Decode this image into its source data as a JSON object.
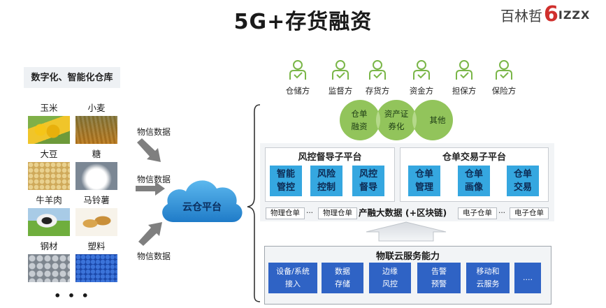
{
  "title": "5G+存货融资",
  "logo": {
    "cn": "百林哲",
    "six": "6",
    "en": "IZZX"
  },
  "warehouse": {
    "title": "数字化、智能化仓库",
    "items": [
      {
        "label": "玉米",
        "icon": "corn-image"
      },
      {
        "label": "小麦",
        "icon": "wheat-image"
      },
      {
        "label": "大豆",
        "icon": "soybean-image"
      },
      {
        "label": "糖",
        "icon": "sugar-image"
      },
      {
        "label": "牛羊肉",
        "icon": "cattle-image"
      },
      {
        "label": "马铃薯",
        "icon": "potato-image"
      },
      {
        "label": "钢材",
        "icon": "steel-image"
      },
      {
        "label": "塑料",
        "icon": "plastic-image"
      }
    ],
    "more": "• • •"
  },
  "flows": [
    "物信数据",
    "物信数据",
    "物信数据"
  ],
  "cloud": "云仓平台",
  "parties": [
    "仓储方",
    "监督方",
    "存货方",
    "资金方",
    "担保方",
    "保险方"
  ],
  "circles": {
    "left": [
      "仓单",
      "融资"
    ],
    "middle": [
      "资产证",
      "券化"
    ],
    "right": "其他"
  },
  "risk_platform": {
    "title": "风控督导子平台",
    "boxes": [
      [
        "智能",
        "管控"
      ],
      [
        "风险",
        "控制"
      ],
      [
        "风控",
        "督导"
      ]
    ]
  },
  "trade_platform": {
    "title": "仓单交易子平台",
    "boxes": [
      [
        "仓单",
        "管理"
      ],
      [
        "仓单",
        "画像"
      ],
      [
        "仓单",
        "交易"
      ]
    ]
  },
  "tagbar": {
    "left_tags": [
      "物理仓单",
      "物理仓单"
    ],
    "ellipsis": "···",
    "center": "产融大数据 (+区块链)",
    "right_tags": [
      "电子仓单",
      "电子仓单"
    ]
  },
  "iot": {
    "title": "物联云服务能力",
    "services": [
      [
        "设备/系统",
        "接入"
      ],
      [
        "数据",
        "存储"
      ],
      [
        "边缘",
        "风控"
      ],
      [
        "告警",
        "预警"
      ],
      [
        "移动和",
        "云服务"
      ],
      [
        "....",
        ""
      ]
    ]
  },
  "colors": {
    "participant_green": "#7ab648",
    "circle_green": "#8cc152",
    "blue_box": "#35a7e0",
    "service_blue": "#2f63c5",
    "cloud_blue": "#2f8fd6",
    "logo_red": "#d0302d"
  }
}
